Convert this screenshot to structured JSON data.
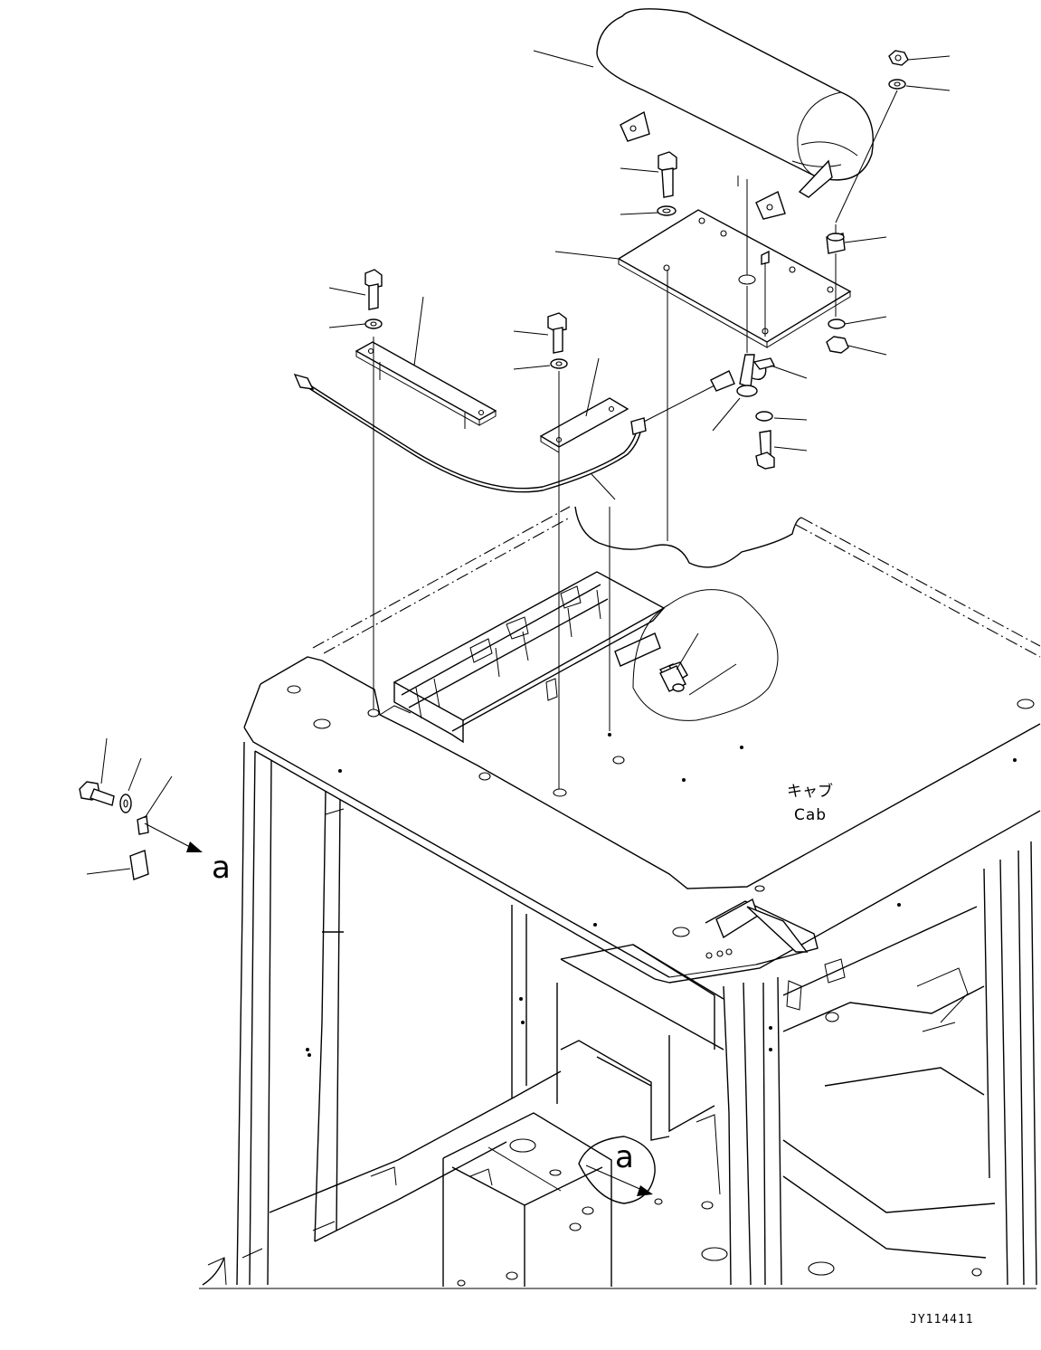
{
  "cab_label": {
    "japanese": "キャブ",
    "english": "Cab"
  },
  "view_reference": {
    "detail_letter": "a",
    "location_letter": "a"
  },
  "drawing_number": "JY114411",
  "icons": {
    "detail_arrow": "arrow-right-down-icon",
    "location_arrow": "arrow-right-down-icon"
  }
}
